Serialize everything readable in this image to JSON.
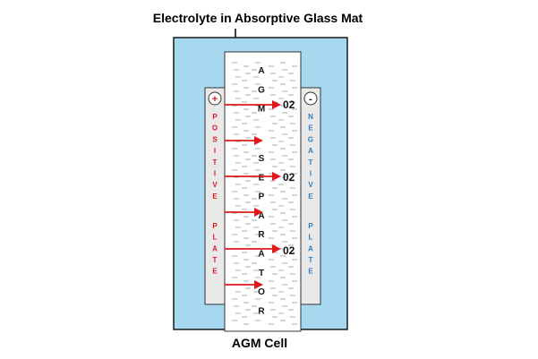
{
  "title": "Electrolyte in Absorptive Glass Mat",
  "caption": "AGM Cell",
  "positive_sign": "+",
  "negative_sign": "-",
  "positive_label": "POSITIVE PLATE",
  "negative_label": "NEGATIVE PLATE",
  "separator_label": "AGM SEPARATOR",
  "o2_label": "02",
  "colors": {
    "casing": "#a6d8f0",
    "casing_border": "#1a1a1a",
    "plate": "#e9e9e9",
    "separator": "#ffffff",
    "arrow": "#e0191c",
    "positive_text": "#e0191c",
    "negative_text": "#2a7dc2"
  }
}
